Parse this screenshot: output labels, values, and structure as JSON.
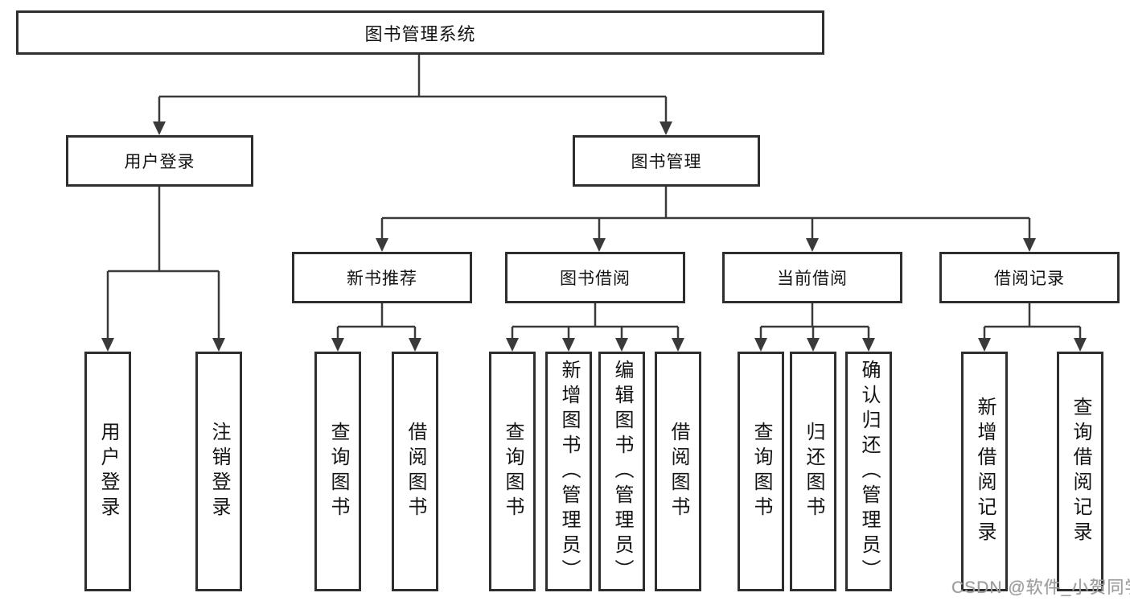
{
  "diagram": {
    "root": {
      "label": "图书管理系统"
    },
    "branches": [
      {
        "label": "用户登录",
        "children": [
          {
            "label": "用户登录"
          },
          {
            "label": "注销登录"
          }
        ]
      },
      {
        "label": "图书管理",
        "children": [
          {
            "label": "新书推荐",
            "children": [
              {
                "label": "查询图书"
              },
              {
                "label": "借阅图书"
              }
            ]
          },
          {
            "label": "图书借阅",
            "children": [
              {
                "label": "查询图书"
              },
              {
                "label": "新增图书（管理员）"
              },
              {
                "label": "编辑图书（管理员）"
              },
              {
                "label": "借阅图书"
              }
            ]
          },
          {
            "label": "当前借阅",
            "children": [
              {
                "label": "查询图书"
              },
              {
                "label": "归还图书"
              },
              {
                "label": "确认归还（管理员）"
              }
            ]
          },
          {
            "label": "借阅记录",
            "children": [
              {
                "label": "新增借阅记录"
              },
              {
                "label": "查询借阅记录"
              }
            ]
          }
        ]
      }
    ]
  },
  "watermark": {
    "text": "CSDN @软件_小贺同学"
  },
  "colors": {
    "line": "#3a3a3a",
    "box_border": "#2e2e2e",
    "text": "#141414",
    "watermark": "#9d9d9d",
    "background": "#ffffff"
  }
}
